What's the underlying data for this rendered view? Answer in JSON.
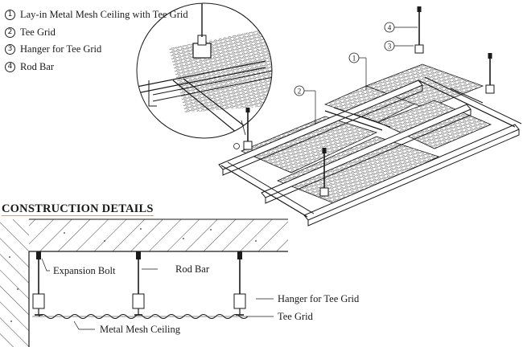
{
  "legend": {
    "items": [
      {
        "num": "1",
        "label": "Lay-in Metal Mesh Ceiling with Tee Grid"
      },
      {
        "num": "2",
        "label": "Tee Grid"
      },
      {
        "num": "3",
        "label": "Hanger for Tee Grid"
      },
      {
        "num": "4",
        "label": "Rod Bar"
      }
    ]
  },
  "callouts": {
    "c1": "1",
    "c2": "2",
    "c3": "3",
    "c4": "4"
  },
  "section": {
    "title": "CONSTRUCTION DETAILS"
  },
  "detail": {
    "expansion_bolt": "Expansion Bolt",
    "rod_bar": "Rod Bar",
    "hanger": "Hanger for Tee Grid",
    "tee_grid": "Tee Grid",
    "mesh": "Metal Mesh Ceiling"
  },
  "colors": {
    "line": "#1a1a1a",
    "section_underline": "#c6a27a"
  }
}
